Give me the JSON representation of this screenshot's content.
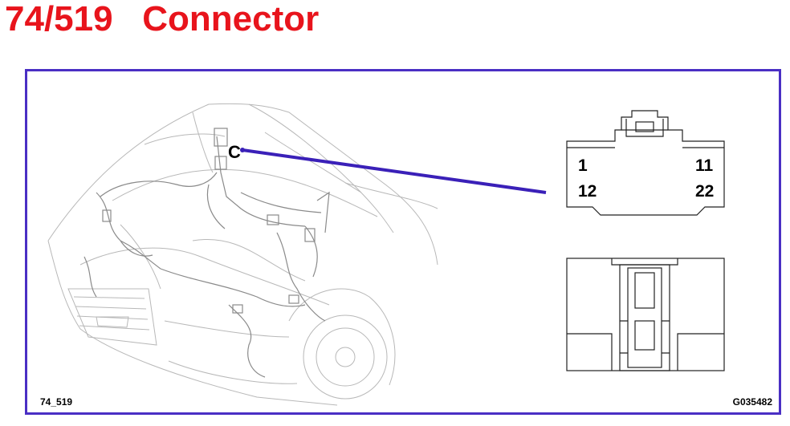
{
  "header": {
    "title": "74/519   Connector"
  },
  "figure": {
    "ref_left": "74_519",
    "ref_right": "G035482"
  },
  "connector": {
    "pins": {
      "top_left": "1",
      "top_right": "11",
      "bottom_left": "12",
      "bottom_right": "22"
    },
    "marker_glyph": "C"
  },
  "colors": {
    "title": "#e8141c",
    "frame": "#4a2fc4",
    "leader": "#3a20b8",
    "drawing": "#b8b8b8",
    "outline": "#222222"
  }
}
